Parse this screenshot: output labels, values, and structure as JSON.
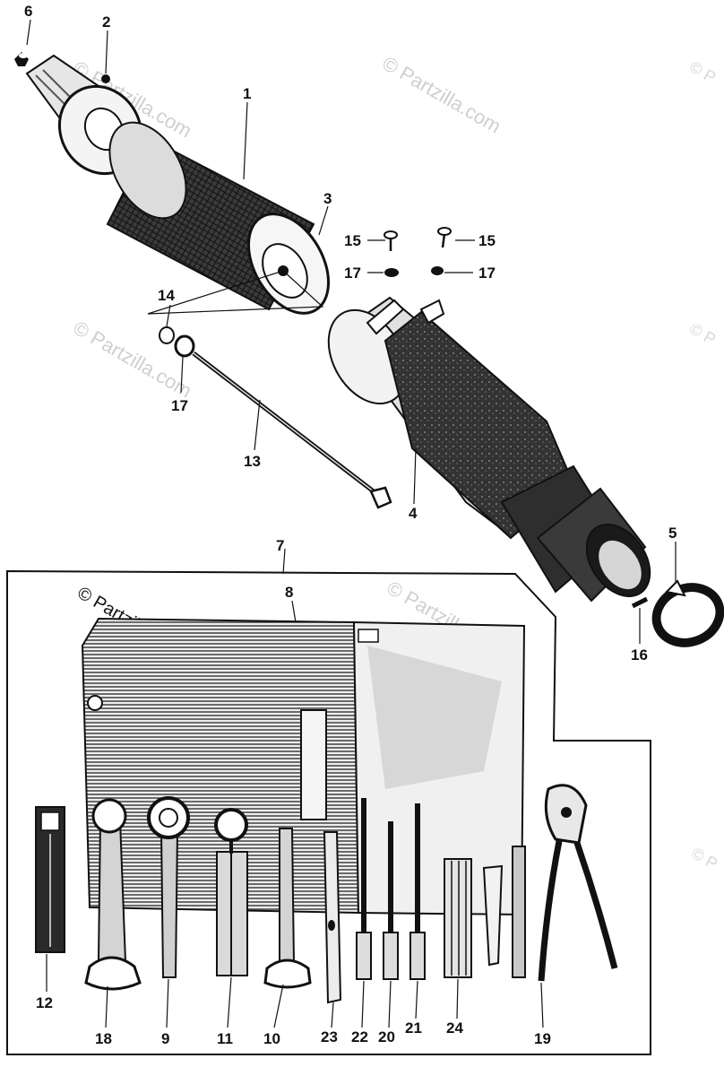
{
  "watermark": {
    "text": "© Partzilla.com",
    "short": "© P"
  },
  "colors": {
    "ink": "#111111",
    "paper": "#ffffff",
    "watermark": "#cfcfcf",
    "shade": "#2a2a2a",
    "light": "#d9d9d9"
  },
  "callouts": {
    "c1": "1",
    "c2": "2",
    "c3": "3",
    "c4": "4",
    "c5": "5",
    "c6": "6",
    "c7": "7",
    "c8": "8",
    "c9": "9",
    "c10": "10",
    "c11": "11",
    "c12": "12",
    "c13": "13",
    "c14": "14",
    "c15a": "15",
    "c15b": "15",
    "c16": "16",
    "c17a": "17",
    "c17b": "17",
    "c17c": "17",
    "c18": "18",
    "c19": "19",
    "c20": "20",
    "c21": "21",
    "c22": "22",
    "c23": "23",
    "c24": "24"
  }
}
